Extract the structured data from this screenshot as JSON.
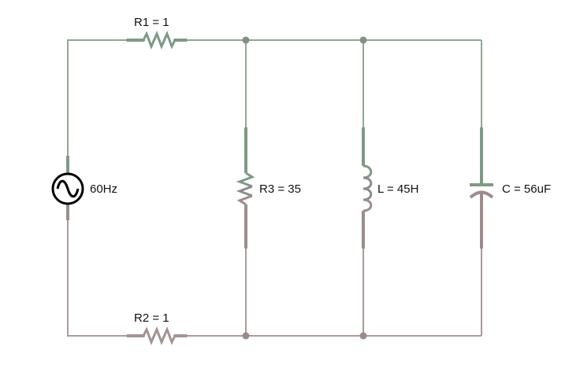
{
  "diagram": {
    "type": "circuit-schematic",
    "colors": {
      "high_potential_wire": "#8fa895",
      "high_potential_component": "#7e9a84",
      "low_potential_wire": "#ab9b9b",
      "low_potential_component": "#9e8c8c",
      "mid_component": "#8c8c8c",
      "source_outline": "#000000",
      "node_dot_top": "#7f9283",
      "node_dot_bottom": "#9a8a8a"
    },
    "components": {
      "source": {
        "id": "V1",
        "kind": "ac-voltage-source",
        "label": "60Hz"
      },
      "r1": {
        "id": "R1",
        "kind": "resistor",
        "label": "R1 = 1"
      },
      "r2": {
        "id": "R2",
        "kind": "resistor",
        "label": "R2 = 1"
      },
      "r3": {
        "id": "R3",
        "kind": "resistor",
        "label": "R3 = 35"
      },
      "l": {
        "id": "L",
        "kind": "inductor",
        "label": "L = 45H"
      },
      "c": {
        "id": "C",
        "kind": "capacitor",
        "label": "C = 56uF"
      }
    },
    "nodes": [
      {
        "name": "top-node-1",
        "position": "top wire above R3"
      },
      {
        "name": "top-node-2",
        "position": "top wire above L"
      },
      {
        "name": "bottom-node-1",
        "position": "bottom wire below R3"
      },
      {
        "name": "bottom-node-2",
        "position": "bottom wire below L"
      }
    ]
  }
}
